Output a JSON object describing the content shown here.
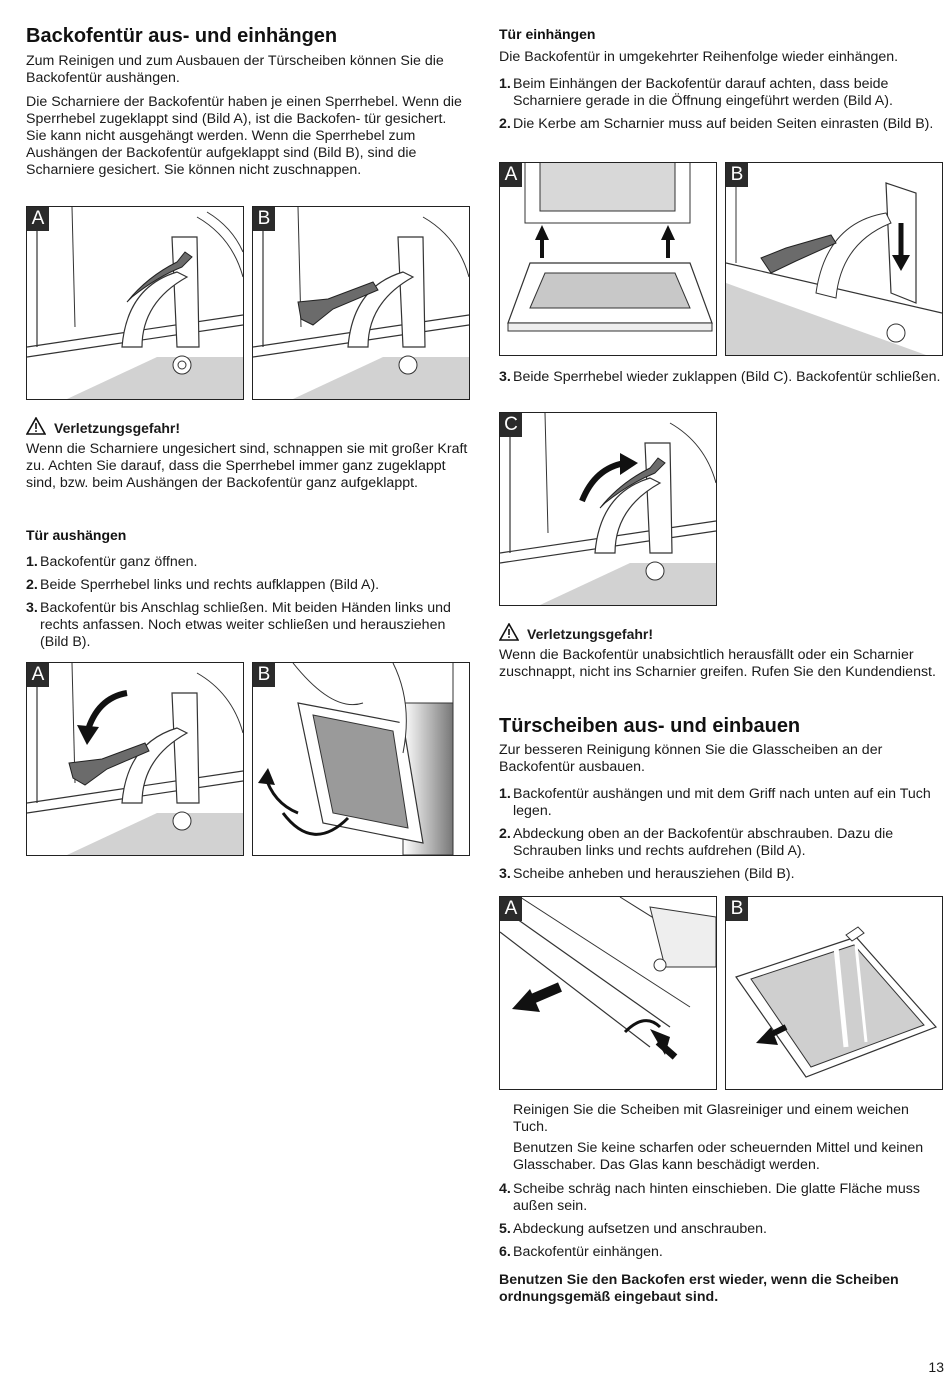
{
  "left": {
    "title": "Backofentür aus- und einhängen",
    "intro1": "Zum Reinigen und zum Ausbauen der Türscheiben können Sie die Backofentür aushängen.",
    "intro2": "Die Scharniere der Backofentür haben je einen Sperrhebel. Wenn die Sperrhebel zugeklappt sind (Bild A), ist die Backofen- tür gesichert. Sie kann nicht ausgehängt werden. Wenn die Sperrhebel zum Aushängen der Backofentür aufgeklappt sind (Bild B), sind die Scharniere gesichert. Sie können nicht zuschnappen.",
    "warning_title": "Verletzungsgefahr!",
    "warning_text": "Wenn die Scharniere ungesichert sind, schnappen sie mit großer Kraft zu. Achten Sie darauf, dass die Sperrhebel immer ganz zugeklappt sind, bzw. beim Aushängen der Backofentür ganz aufgeklappt.",
    "subtitle": "Tür aushängen",
    "steps": [
      {
        "num": "1.",
        "text": "Backofentür ganz öffnen."
      },
      {
        "num": "2.",
        "text": "Beide Sperrhebel links und rechts aufklappen (Bild A)."
      },
      {
        "num": "3.",
        "text": "Backofentür bis Anschlag schließen. Mit beiden Händen links und rechts anfassen. Noch etwas weiter schließen und herausziehen (Bild B)."
      }
    ],
    "fig_labels": [
      "A",
      "B",
      "A",
      "B"
    ]
  },
  "right": {
    "subtitle": "Tür einhängen",
    "intro": "Die Backofentür in umgekehrter Reihenfolge wieder einhängen.",
    "steps_a": [
      {
        "num": "1.",
        "text": "Beim Einhängen der Backofentür darauf achten, dass beide Scharniere gerade in die Öffnung eingeführt werden (Bild A)."
      },
      {
        "num": "2.",
        "text": "Die Kerbe am Scharnier muss auf beiden Seiten einrasten (Bild B)."
      }
    ],
    "steps_b": [
      {
        "num": "3.",
        "text": "Beide Sperrhebel wieder zuklappen (Bild C). Backofentür schließen."
      }
    ],
    "warning_title": "Verletzungsgefahr!",
    "warning_text": "Wenn die Backofentür unabsichtlich herausfällt oder ein Scharnier zuschnappt, nicht ins Scharnier greifen. Rufen Sie den Kundendienst.",
    "title2": "Türscheiben aus- und einbauen",
    "intro2": "Zur besseren Reinigung können Sie die Glasscheiben an der Backofentür ausbauen.",
    "steps_c": [
      {
        "num": "1.",
        "text": "Backofentür aushängen und mit dem Griff nach unten auf ein Tuch legen."
      },
      {
        "num": "2.",
        "text": "Abdeckung oben an der Backofentür abschrauben. Dazu die Schrauben links und rechts aufdrehen (Bild A)."
      },
      {
        "num": "3.",
        "text": "Scheibe anheben und herausziehen (Bild B)."
      }
    ],
    "note1": "Reinigen Sie die Scheiben mit Glasreiniger und einem weichen Tuch.",
    "note2": "Benutzen Sie keine scharfen oder scheuernden Mittel und keinen Glasschaber. Das Glas kann beschädigt werden.",
    "steps_d": [
      {
        "num": "4.",
        "text": "Scheibe schräg nach hinten einschieben. Die glatte Fläche muss außen sein."
      },
      {
        "num": "5.",
        "text": "Abdeckung aufsetzen und anschrauben."
      },
      {
        "num": "6.",
        "text": "Backofentür einhängen."
      }
    ],
    "final_bold": "Benutzen Sie den Backofen erst wieder, wenn die Scheiben ordnungsgemäß eingebaut sind.",
    "fig_labels": [
      "A",
      "B",
      "C",
      "A",
      "B"
    ]
  },
  "page_number": "13"
}
